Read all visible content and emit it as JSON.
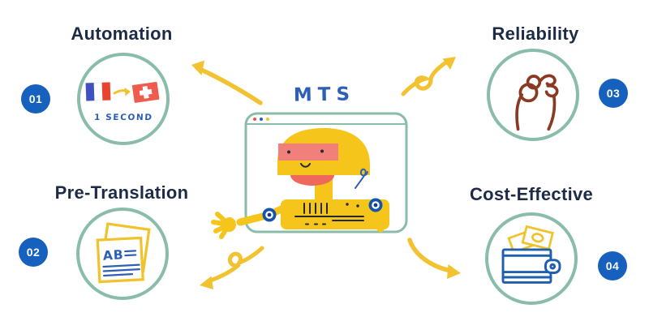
{
  "center": {
    "title": "MTS",
    "window_icon": "browser-window",
    "mascot_icon": "robot-mascot"
  },
  "features": [
    {
      "number": "01",
      "label": "Automation",
      "icon": "translation-flags-icon",
      "caption": "1 SECOND"
    },
    {
      "number": "02",
      "label": "Pre-Translation",
      "icon": "document-ab-icon",
      "doc_label": "AB"
    },
    {
      "number": "03",
      "label": "Reliability",
      "icon": "ok-hand-icon"
    },
    {
      "number": "04",
      "label": "Cost-Effective",
      "icon": "wallet-money-icon"
    }
  ],
  "colors": {
    "background": "#FFFFFF",
    "heading_navy": "#1D2B47",
    "badge_blue": "#1561BD",
    "teal_ring": "#8ABDA9",
    "accent_yellow": "#F2C230",
    "robot_yellow": "#F6C51C",
    "visor_pink": "#F2807A",
    "chin_red": "#EE685C",
    "ink_blue": "#2D5FB5",
    "hand_maroon": "#8A3A23",
    "wallet_blue": "#1E5FAE",
    "flag_blue": "#3F51C1",
    "flag_red": "#E8432E",
    "swiss_red": "#EF5C4E"
  }
}
